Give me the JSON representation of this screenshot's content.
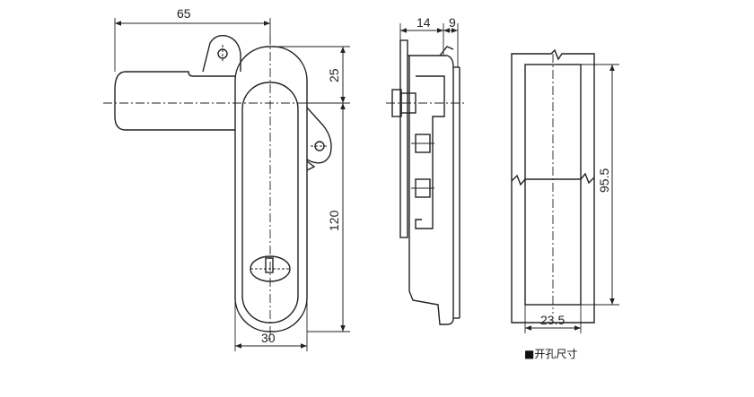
{
  "front_view": {
    "dim_width_top": "65",
    "dim_top_offset": "25",
    "dim_height": "120",
    "dim_width_bottom": "30"
  },
  "side_view": {
    "dim_a": "14",
    "dim_b": "9"
  },
  "cutout_view": {
    "dim_height": "95.5",
    "dim_width": "23.5",
    "caption": "■开孔尺寸"
  }
}
